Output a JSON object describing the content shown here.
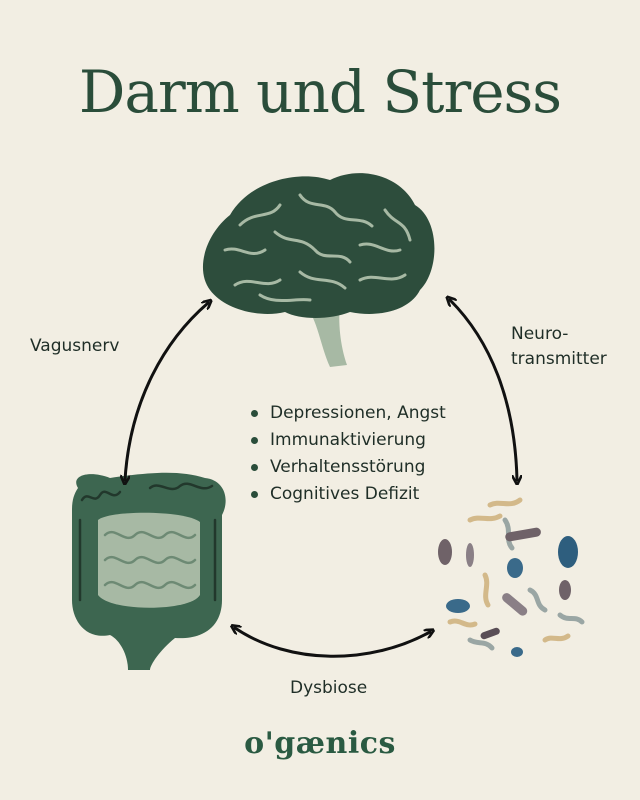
{
  "title": "Darm und Stress",
  "labels": {
    "vagus": "Vagusnerv",
    "neuro_line1": "Neuro-",
    "neuro_line2": "transmitter",
    "dysbiose": "Dysbiose"
  },
  "effects": [
    "Depressionen, Angst",
    "Immunaktivierung",
    "Verhaltensstörung",
    "Cognitives Defizit"
  ],
  "brand": "o'gænics",
  "colors": {
    "background": "#f2eee3",
    "dark_green": "#2a4d3a",
    "light_green": "#a7b9a4",
    "blue_bacteria": "#3a6a8a"
  },
  "icons": [
    "brain-icon",
    "intestine-icon",
    "bacteria-icon"
  ]
}
